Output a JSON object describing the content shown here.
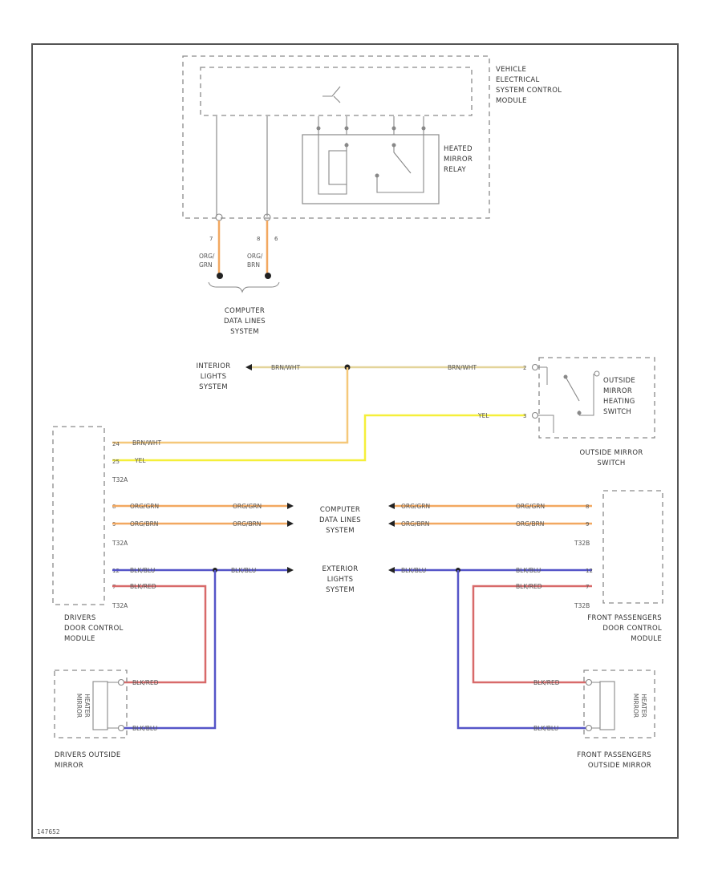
{
  "colors": {
    "org_grn": "#f2a860",
    "brn_wht": "#e3d49a",
    "yel": "#f5ef3a",
    "blk_blu": "#5555c8",
    "blk_red": "#d86a6a",
    "generic_wire": "#8c8c8c",
    "border": "#555555"
  },
  "modules": {
    "vehicle_ecm": [
      "VEHICLE",
      "ELECTRICAL",
      "SYSTEM CONTROL",
      "MODULE"
    ],
    "heated_mirror_relay": [
      "HEATED",
      "MIRROR",
      "RELAY"
    ],
    "outside_mirror_heating_switch": [
      "OUTSIDE",
      "MIRROR",
      "HEATING",
      "SWITCH"
    ],
    "outside_mirror_switch": [
      "OUTSIDE MIRROR",
      "SWITCH"
    ],
    "drivers_door_module": [
      "DRIVERS",
      "DOOR CONTROL",
      "MODULE"
    ],
    "front_pass_door_module": [
      "FRONT PASSENGERS",
      "DOOR CONTROL",
      "MODULE"
    ],
    "drivers_outside_mirror": [
      "DRIVERS OUTSIDE",
      "MIRROR"
    ],
    "front_pass_outside_mirror": [
      "FRONT PASSENGERS",
      "OUTSIDE MIRROR"
    ],
    "mirror_heater_left": [
      "MIRROR",
      "HEATER"
    ],
    "mirror_heater_right": [
      "MIRROR",
      "HEATER"
    ]
  },
  "systems": {
    "computer_data_lines_top": [
      "COMPUTER",
      "DATA LINES",
      "SYSTEM"
    ],
    "interior_lights": [
      "INTERIOR",
      "LIGHTS",
      "SYSTEM"
    ],
    "computer_data_lines_mid": [
      "COMPUTER",
      "DATA LINES",
      "SYSTEM"
    ],
    "exterior_lights": [
      "EXTERIOR",
      "LIGHTS",
      "SYSTEM"
    ]
  },
  "wire_labels": {
    "org_grn_v": [
      "ORG/",
      "GRN"
    ],
    "org_brn_v": [
      "ORG/",
      "BRN"
    ],
    "brn_wht": "BRN/WHT",
    "yel": "YEL",
    "org_grn": "ORG/GRN",
    "org_brn": "ORG/BRN",
    "blk_blu": "BLK/BLU",
    "blk_red": "BLK/RED"
  },
  "connectors": {
    "t32a_1": "T32A",
    "t32a_2": "T32A",
    "t32a_3": "T32A",
    "t32b_1": "T32B",
    "t32b_2": "T32B"
  },
  "pins": {
    "ecm_left": "7",
    "ecm_right_a": "8",
    "ecm_right_b": "6",
    "sw_top": "2",
    "sw_bot": "3",
    "dl_1": "24",
    "dl_2": "25",
    "dl_3": "8",
    "dl_4": "9",
    "dl_5": "12",
    "dl_6": "7",
    "dr_1": "8",
    "dr_2": "9",
    "dr_3": "12",
    "dr_4": "7"
  },
  "footer_code": "147652"
}
